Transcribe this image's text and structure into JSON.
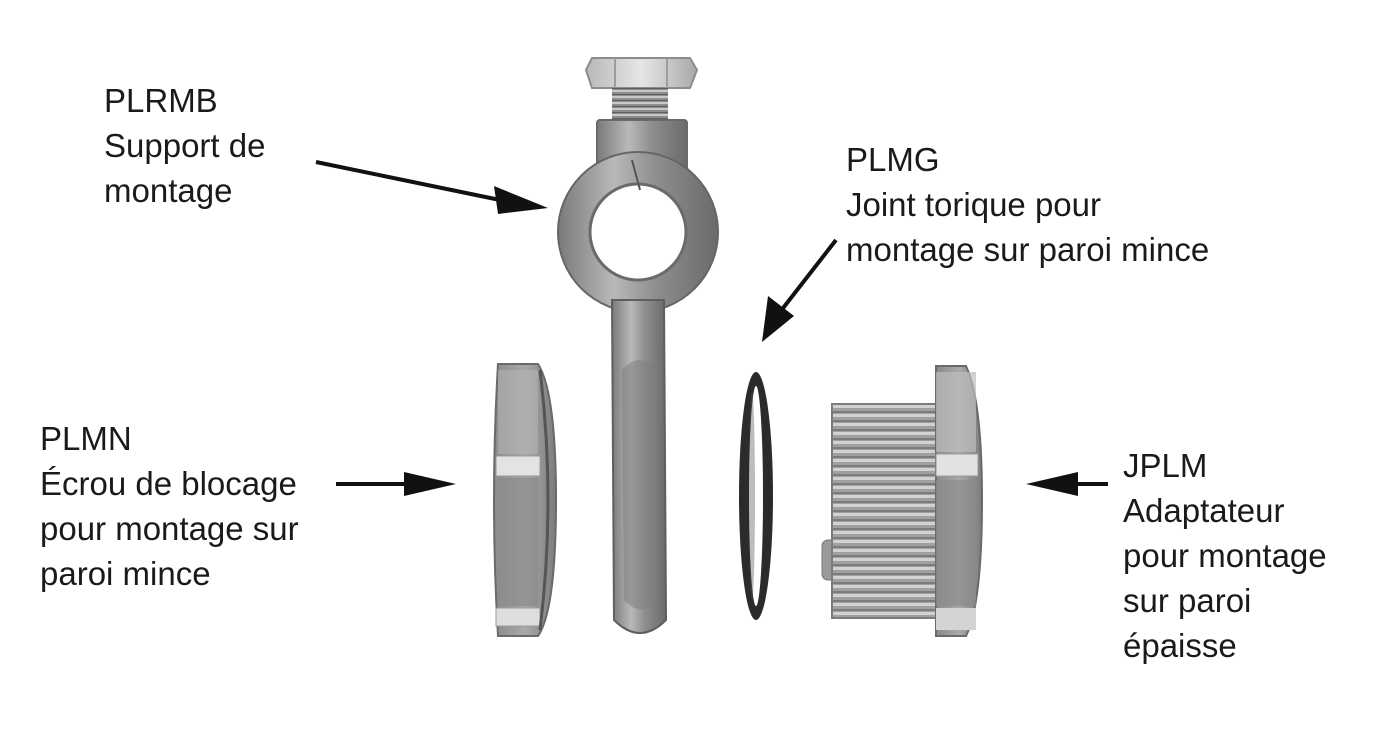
{
  "labels": {
    "plrmb": {
      "code": "PLRMB",
      "line1": "Support de",
      "line2": "montage"
    },
    "plmg": {
      "code": "PLMG",
      "line1": "Joint torique pour",
      "line2": "montage sur paroi mince"
    },
    "plmn": {
      "code": "PLMN",
      "line1": "Écrou de blocage",
      "line2": "pour montage sur",
      "line3": "paroi mince"
    },
    "jplm": {
      "code": "JPLM",
      "line1": "Adaptateur",
      "line2": "pour montage",
      "line3": "sur paroi",
      "line4": "épaisse"
    }
  },
  "colors": {
    "text": "#1a1a1a",
    "arrow": "#111111",
    "metal_light": "#cfcfcf",
    "metal_mid": "#9a9a9a",
    "metal_dark": "#6f6f6f",
    "oring": "#2b2b2b"
  }
}
